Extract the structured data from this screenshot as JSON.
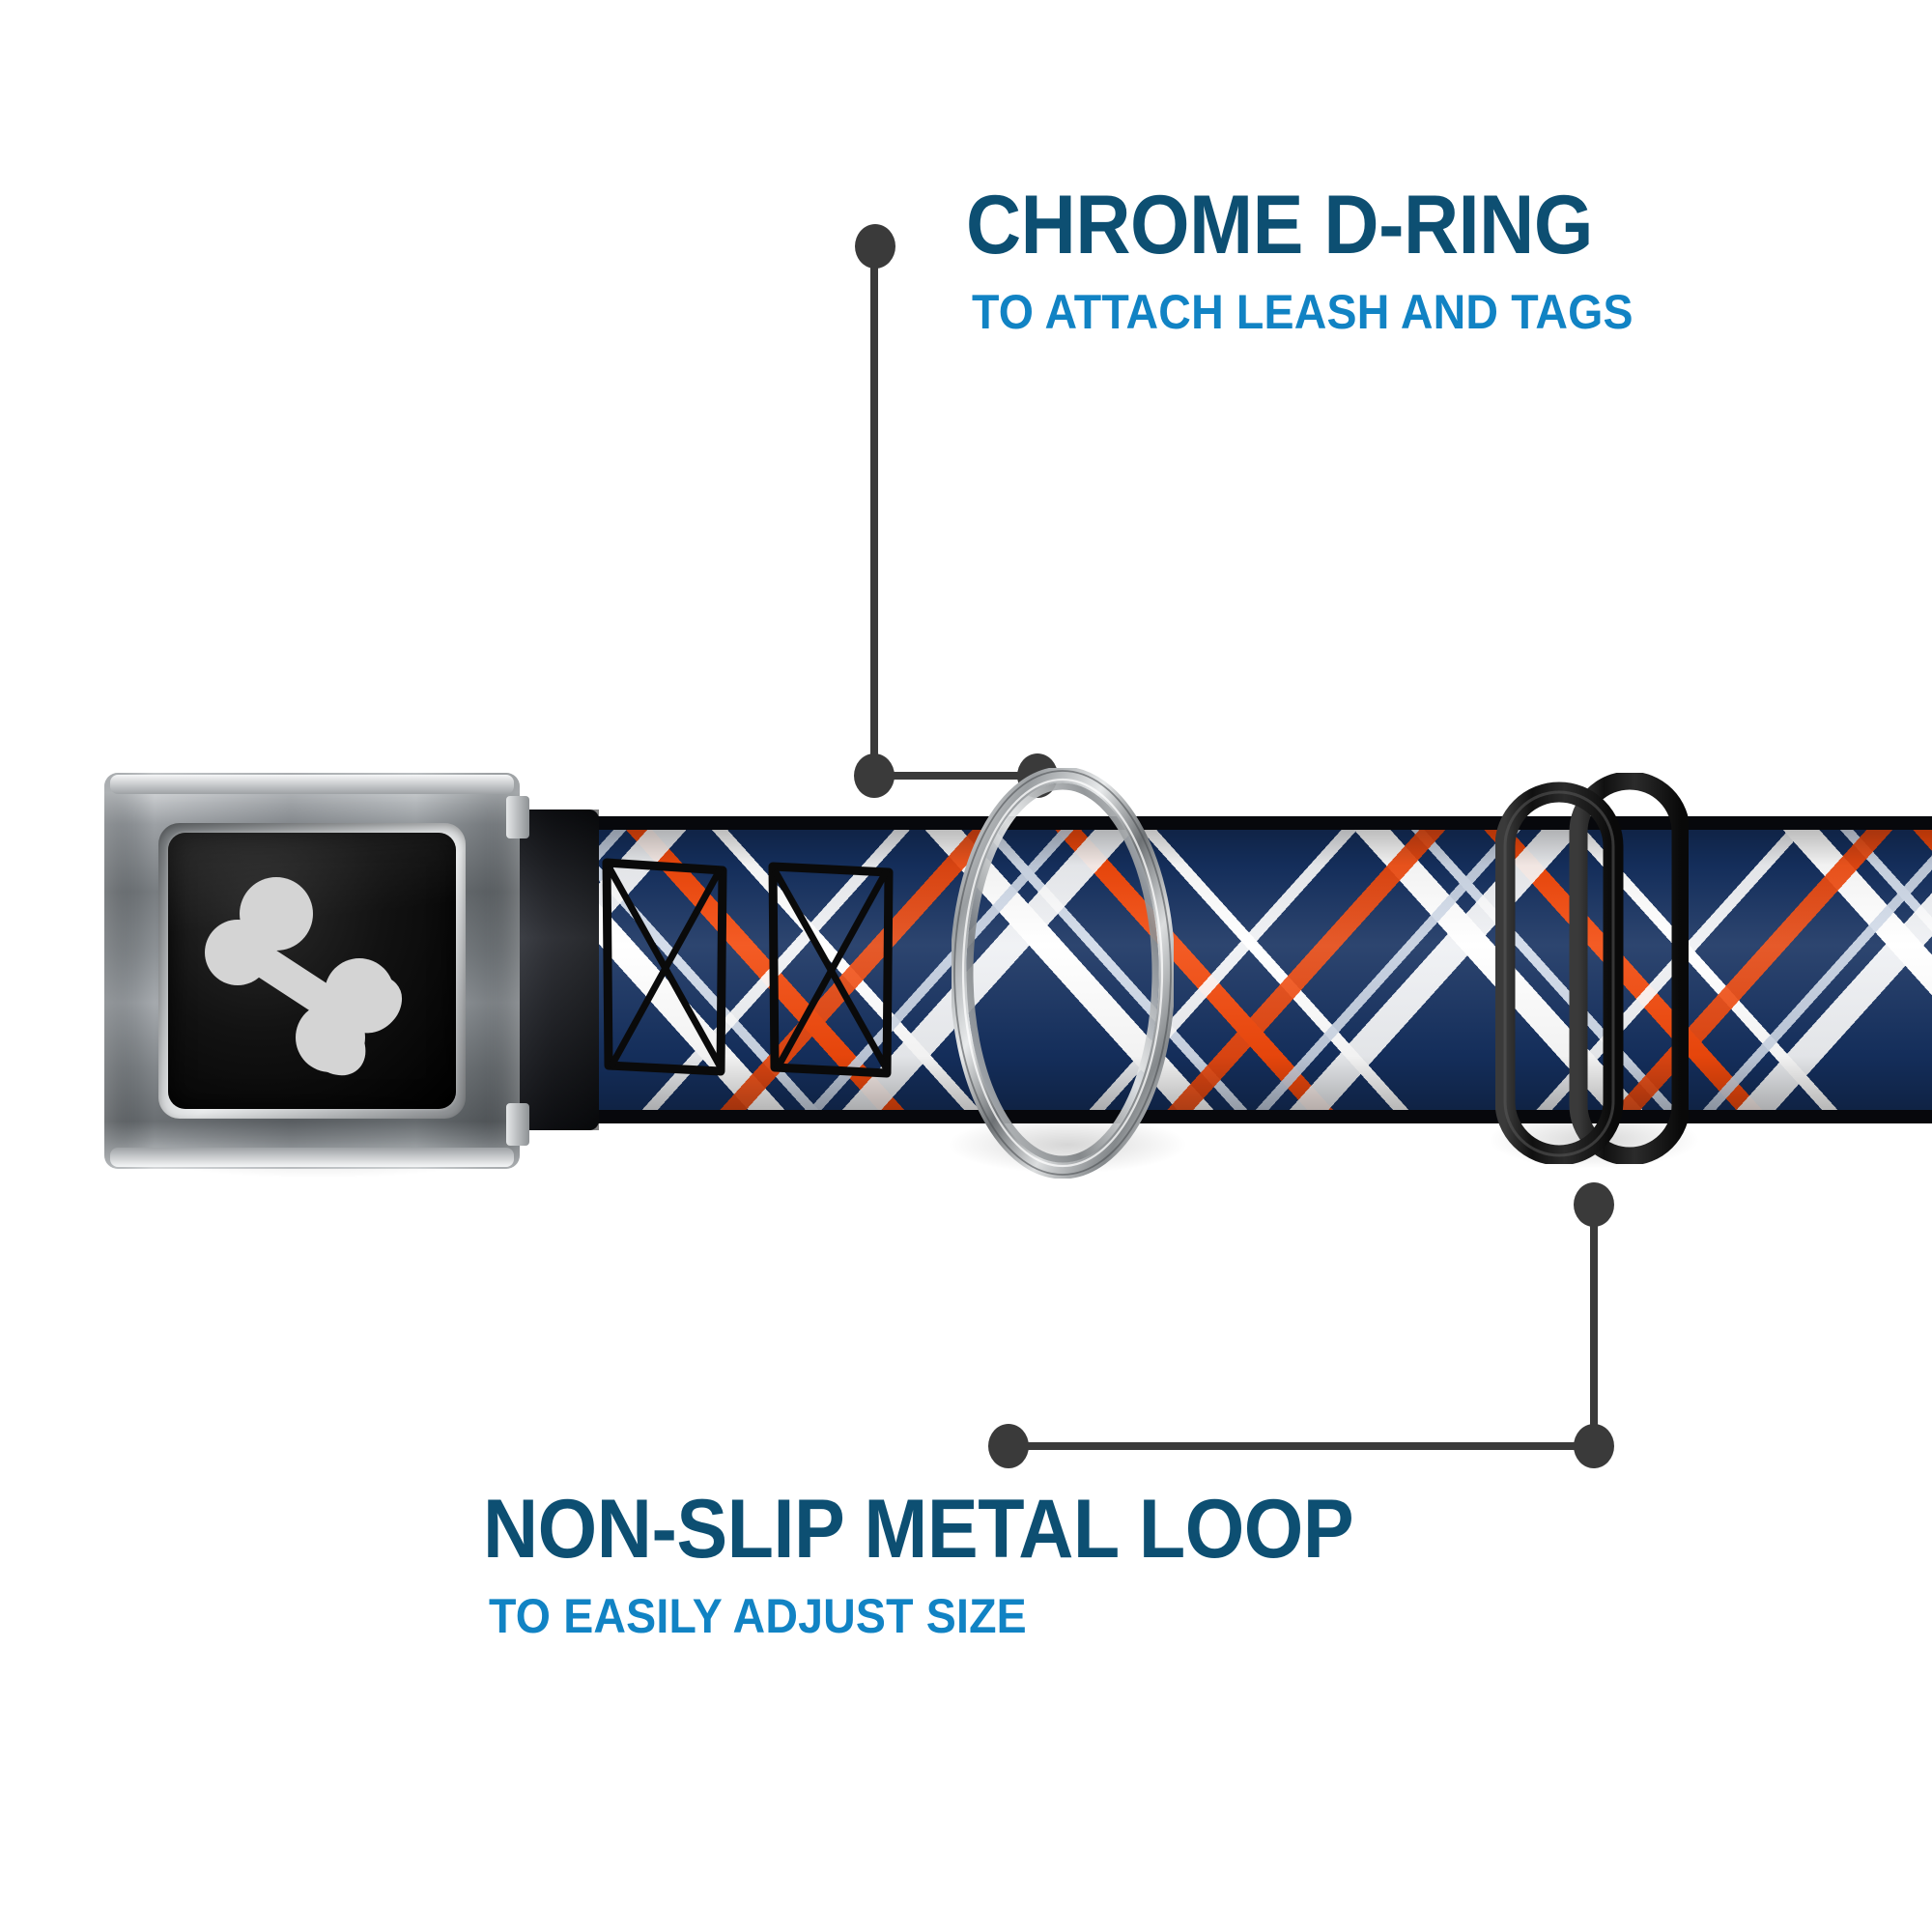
{
  "product": {
    "type": "seatbelt-buckle dog collar",
    "webbing_pattern": "diagonal plaid",
    "colors": {
      "plaid_navy": "#15305f",
      "plaid_white": "#ffffff",
      "plaid_light_blue": "#cfd9e8",
      "plaid_orange": "#f2490c",
      "strap_edge_black": "#07080c",
      "buckle_chrome": "#b9bcbf",
      "buckle_inset_black": "#000000",
      "bone_logo_gray": "#d3d3d3",
      "slider_black": "#151515",
      "dring_chrome": "#c8cbcd",
      "background": "#ffffff"
    }
  },
  "theme": {
    "title_color": "#0d4f72",
    "subtitle_color": "#1183c4",
    "leader_color": "#3a3a3a"
  },
  "callouts": [
    {
      "id": "chrome-d-ring",
      "title": "CHROME D-RING",
      "subtitle": "TO ATTACH LEASH AND TAGS"
    },
    {
      "id": "non-slip-metal-loop",
      "title": "NON-SLIP METAL LOOP",
      "subtitle": "TO EASILY ADJUST SIZE"
    }
  ],
  "hardware": {
    "buckle_logo": "dog-bone",
    "d_ring_label": "chrome D-ring",
    "slider_label": "non-slip metal loop"
  }
}
